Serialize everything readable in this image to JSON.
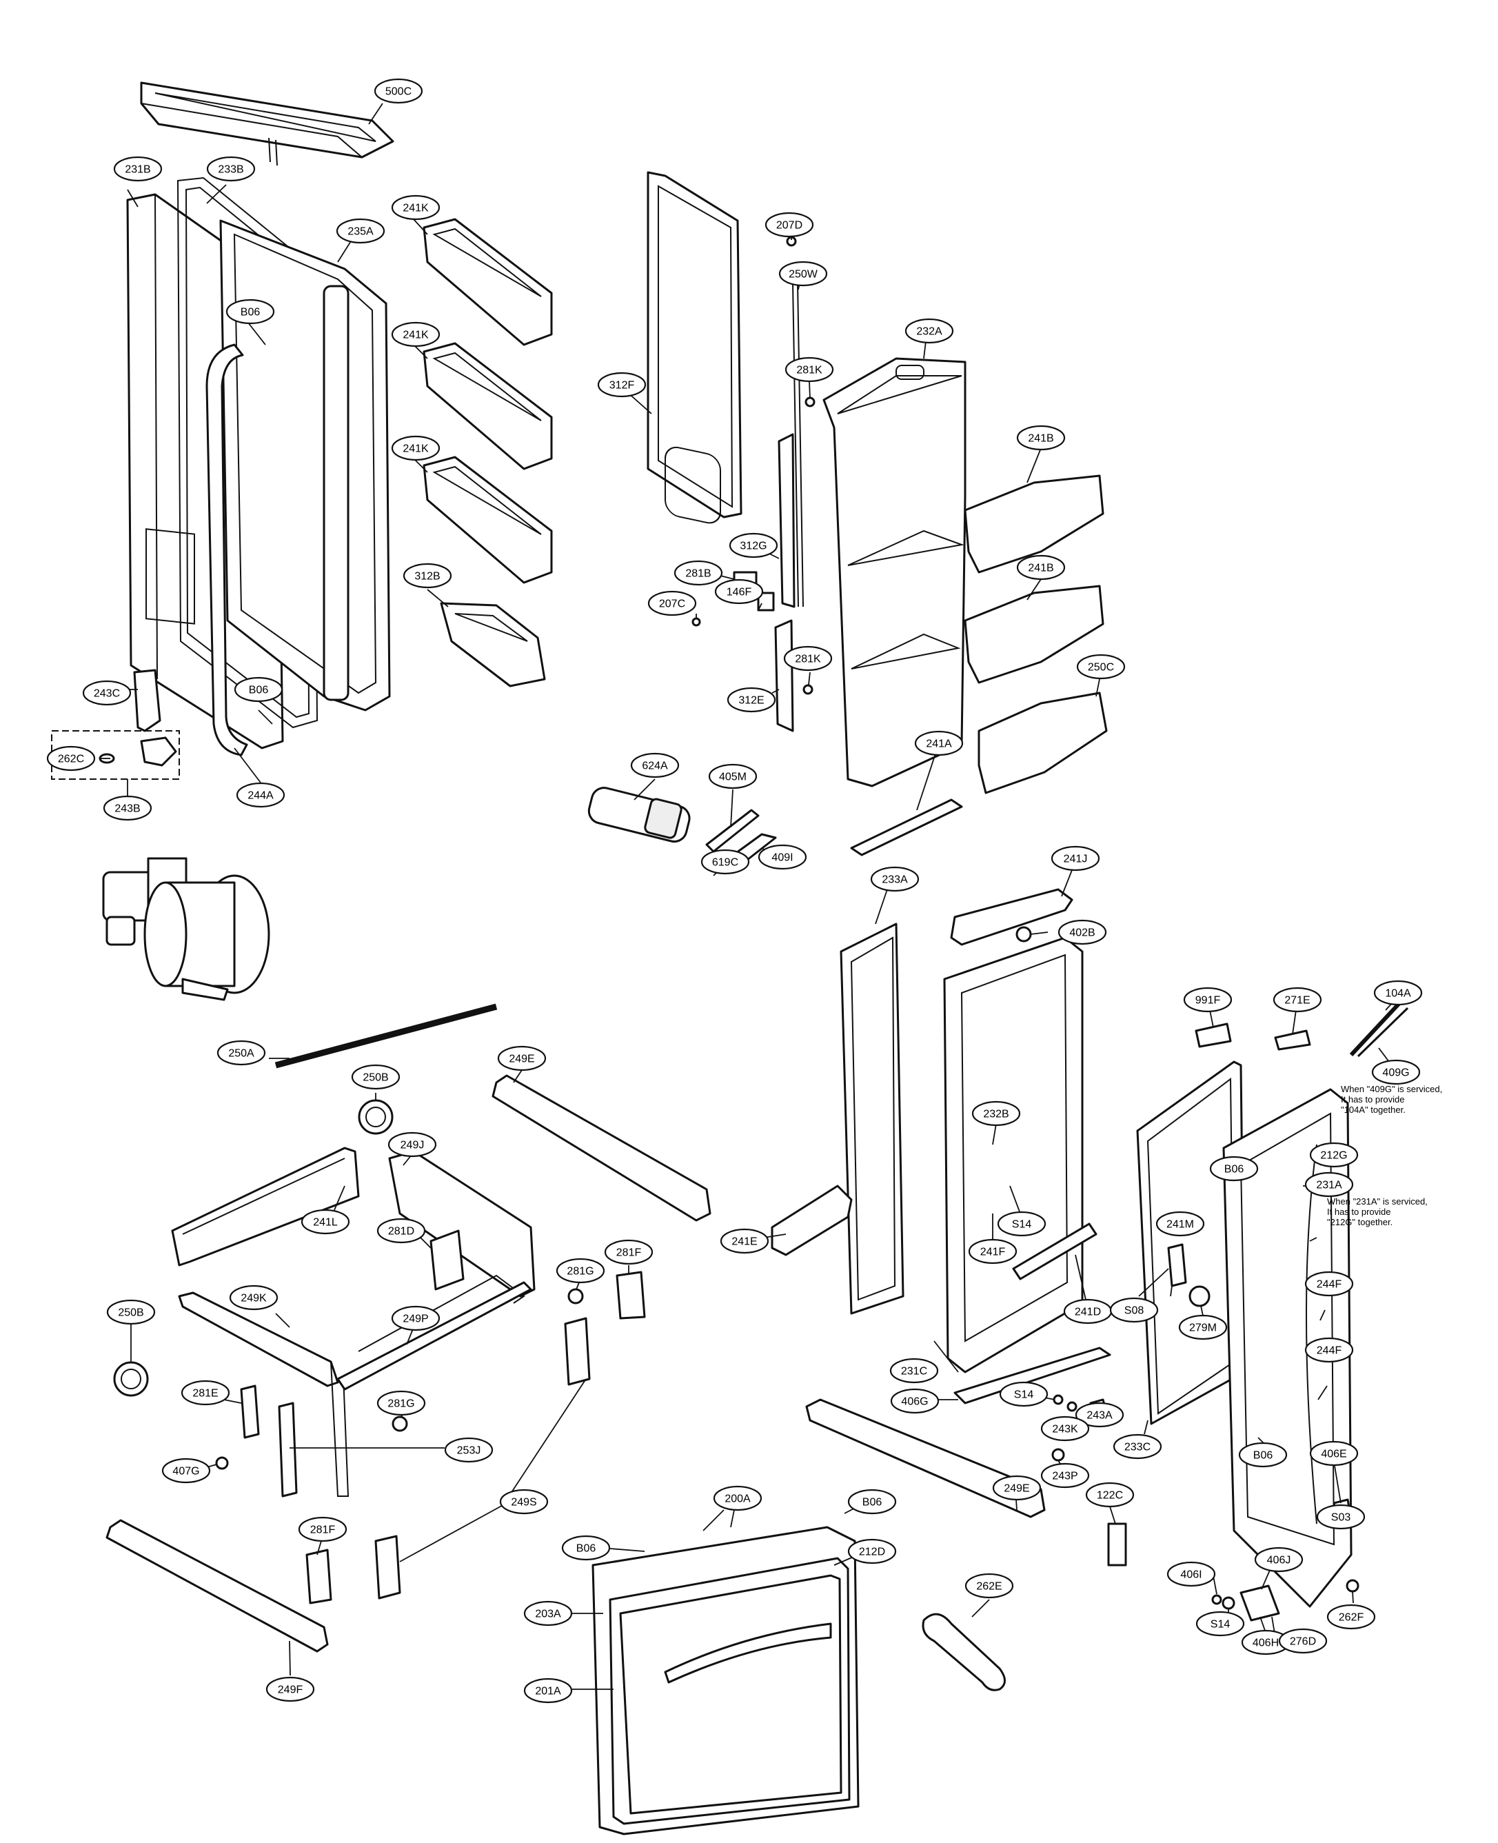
{
  "labels": {
    "p500C": "500C",
    "p231B": "231B",
    "p233B": "233B",
    "p235A": "235A",
    "pB06a": "B06",
    "pB06b": "B06",
    "p241Ka": "241K",
    "p241Kb": "241K",
    "p241Kc": "241K",
    "p312B": "312B",
    "p243C": "243C",
    "p262C": "262C",
    "p243B": "243B",
    "p244A": "244A",
    "p312F": "312F",
    "p207D": "207D",
    "p250W": "250W",
    "p281Ka": "281K",
    "p232A": "232A",
    "p241Ba": "241B",
    "p241Bb": "241B",
    "p312G": "312G",
    "p281B": "281B",
    "p207C": "207C",
    "p146F": "146F",
    "p281Kb": "281K",
    "p312E": "312E",
    "p250C": "250C",
    "p241A": "241A",
    "p624A": "624A",
    "p405M": "405M",
    "p409I": "409I",
    "p619C": "619C",
    "p233A": "233A",
    "p241J": "241J",
    "p402B": "402B",
    "p991F": "991F",
    "p271E": "271E",
    "p104A": "104A",
    "p409G": "409G",
    "p250A": "250A",
    "p249E": "249E",
    "p250Ba": "250B",
    "p249J": "249J",
    "p241L": "241L",
    "p281D": "281D",
    "p281G": "281G",
    "p281Fa": "281F",
    "p250Bb": "250B",
    "p249K": "249K",
    "p249P": "249P",
    "p281E": "281E",
    "p281Gb": "281G",
    "p253J": "253J",
    "p407G": "407G",
    "p249S": "249S",
    "p281Fb": "281F",
    "p249F": "249F",
    "p241E": "241E",
    "p232B": "232B",
    "pS14a": "S14",
    "p241F": "241F",
    "p241D": "241D",
    "p231C": "231C",
    "p406G": "406G",
    "pS14b": "S14",
    "p243A": "243A",
    "p243K": "243K",
    "p243P": "243P",
    "p212G": "212G",
    "pB06c": "B06",
    "p231A": "231A",
    "p241M": "241M",
    "pS08": "S08",
    "p279M": "279M",
    "p244Fa": "244F",
    "p244Fb": "244F",
    "p233C": "233C",
    "pB06d": "B06",
    "p406E": "406E",
    "pS03": "S03",
    "p122C": "122C",
    "p406I": "406I",
    "p406J": "406J",
    "pS14c": "S14",
    "p406H": "406H",
    "p276D": "276D",
    "p262F": "262F",
    "p200A": "200A",
    "pB06e": "B06",
    "pB06f": "B06",
    "p212D": "212D",
    "p203A": "203A",
    "p201A": "201A",
    "p249Eb": "249E",
    "p262E": "262E"
  },
  "notes": {
    "note_409G": [
      "When \"409G\" is serviced,",
      "It has to provide",
      "\"104A\" together."
    ],
    "note_231A": [
      "When \"231A\" is serviced,",
      "It has to provide",
      "\"212G\" together."
    ]
  }
}
